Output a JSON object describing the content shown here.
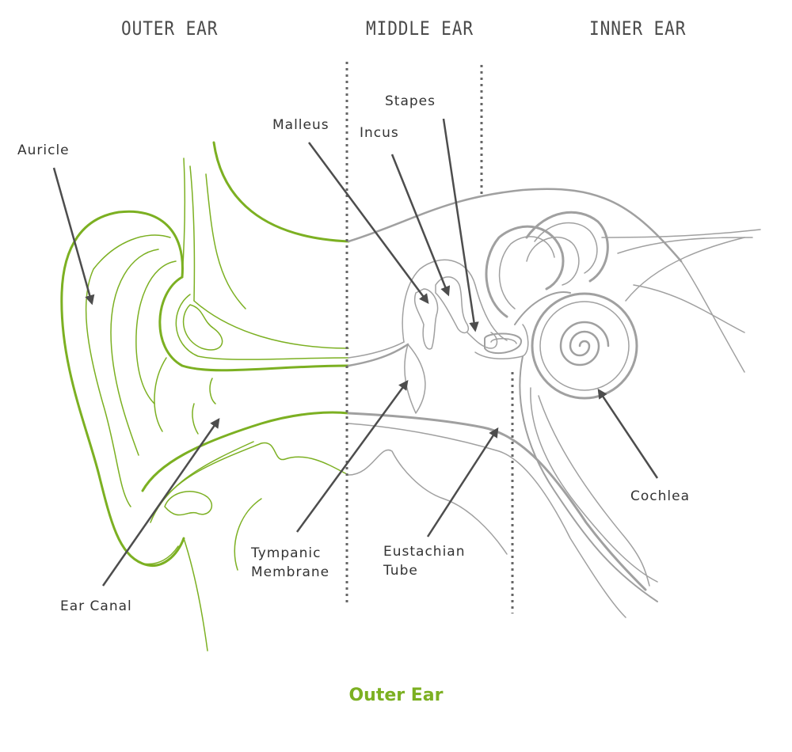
{
  "sections": {
    "outer": "OUTER EAR",
    "middle": "MIDDLE EAR",
    "inner": "INNER EAR"
  },
  "labels": {
    "auricle": "Auricle",
    "malleus": "Malleus",
    "incus": "Incus",
    "stapes": "Stapes",
    "cochlea": "Cochlea",
    "ear_canal": "Ear Canal",
    "tympanic_line1": "Tympanic",
    "tympanic_line2": "Membrane",
    "eustachian_line1": "Eustachian",
    "eustachian_line2": "Tube"
  },
  "caption": "Outer Ear",
  "colors": {
    "outer_ear": "#7cb022",
    "anatomy_gray": "#a0a0a0",
    "arrow": "#4d4d4d",
    "divider": "#666666",
    "text": "#333333"
  }
}
